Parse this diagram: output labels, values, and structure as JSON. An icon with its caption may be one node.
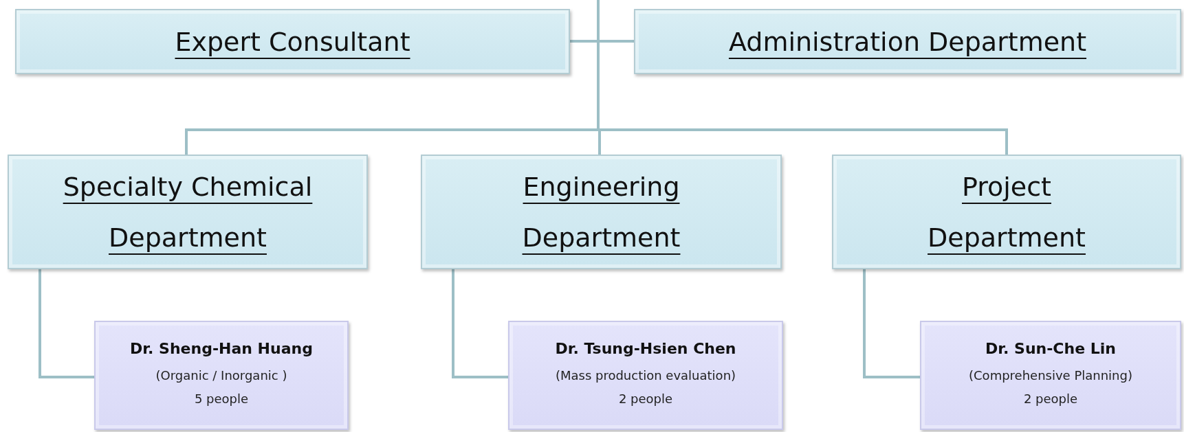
{
  "diagram": {
    "nodes": [
      {
        "text": [
          "Expert Consultant"
        ]
      },
      {
        "text": [
          "Administration Department"
        ]
      },
      {
        "text": [
          "Specialty Chemical Department"
        ]
      },
      {
        "text": [
          "Engineering Department"
        ]
      },
      {
        "text": [
          "Project Department"
        ]
      },
      {
        "text": [
          "Dr. Sheng-Han Huang",
          "(Organic / Inorganic )",
          "5 people"
        ]
      },
      {
        "text": [
          "Dr. Tsung-Hsien Chen",
          "(Mass production evaluation)",
          "2 people"
        ]
      },
      {
        "text": [
          "Dr. Sun-Che Lin",
          "(Comprehensive Planning)",
          "2 people"
        ]
      }
    ],
    "edges": [
      {
        "from": null,
        "to": 0,
        "arrow": "none"
      },
      {
        "from": null,
        "to": 1,
        "arrow": "none"
      },
      {
        "from": null,
        "to": 2,
        "arrow": "none"
      },
      {
        "from": null,
        "to": 3,
        "arrow": "none"
      },
      {
        "from": null,
        "to": 4,
        "arrow": "none"
      },
      {
        "from": 2,
        "to": 5,
        "arrow": "none"
      },
      {
        "from": 3,
        "to": 6,
        "arrow": "none"
      },
      {
        "from": 4,
        "to": 7,
        "arrow": "none"
      }
    ]
  }
}
